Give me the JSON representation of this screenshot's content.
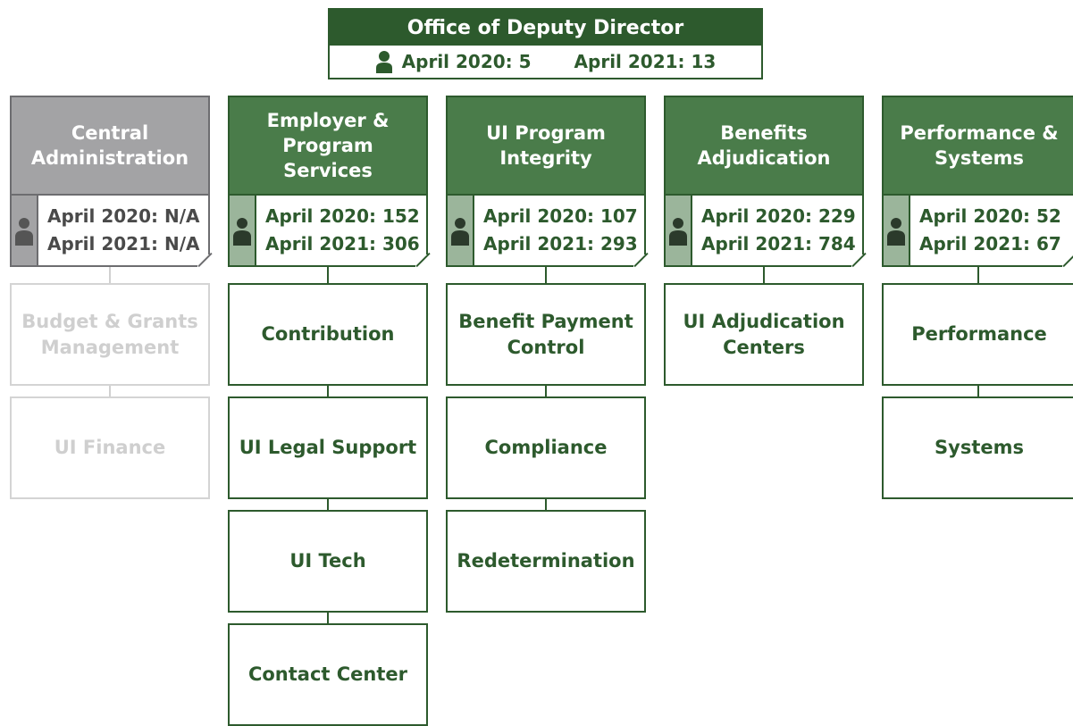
{
  "top": {
    "title": "Office of Deputy Director",
    "april_2020": "April 2020: 5",
    "april_2021": "April 2021: 13"
  },
  "colors": {
    "dark_green": "#2d5a2d",
    "medium_green": "#4a7c4a",
    "light_green": "#9bb59b",
    "gray": "#a3a3a5"
  },
  "columns": [
    {
      "title": "Central Administration",
      "april_2020": "April 2020: N/A",
      "april_2021": "April 2021: N/A",
      "units": [
        "Budget & Grants Management",
        "UI Finance"
      ]
    },
    {
      "title": "Employer & Program Services",
      "april_2020": "April 2020: 152",
      "april_2021": "April 2021: 306",
      "units": [
        "Contribution",
        "UI Legal Support",
        "UI Tech",
        "Contact Center"
      ]
    },
    {
      "title": "UI Program Integrity",
      "april_2020": "April 2020: 107",
      "april_2021": "April 2021: 293",
      "units": [
        "Benefit Payment Control",
        "Compliance",
        "Redetermination"
      ]
    },
    {
      "title": "Benefits Adjudication",
      "april_2020": "April 2020: 229",
      "april_2021": "April 2021: 784",
      "units": [
        "UI Adjudication Centers"
      ]
    },
    {
      "title": "Performance & Systems",
      "april_2020": "April 2020: 52",
      "april_2021": "April 2021: 67",
      "units": [
        "Performance",
        "Systems"
      ]
    }
  ]
}
